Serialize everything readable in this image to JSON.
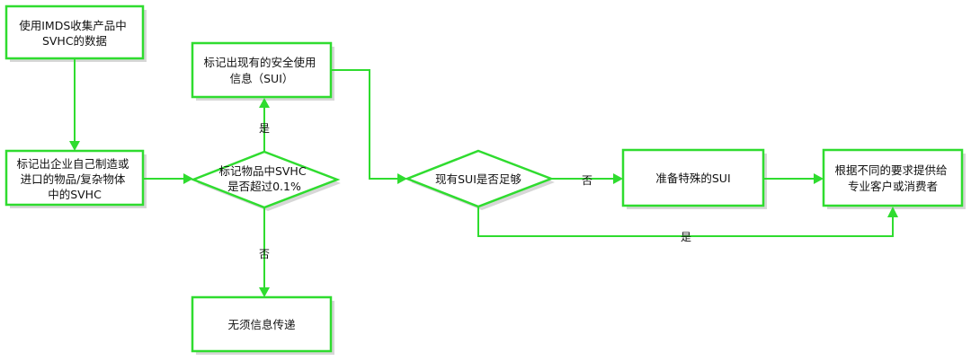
{
  "nodes": {
    "collect_data": {
      "lines": [
        "使用IMDS收集产品中",
        "SVHC的数据"
      ]
    },
    "mark_svhc_in_items": {
      "lines": [
        "标记出企业自己制造或",
        "进口的物品/复杂物体",
        "中的SVHC"
      ]
    },
    "decision_over_threshold": {
      "lines": [
        "标记物品中SVHC",
        "是否超过0.1%"
      ]
    },
    "mark_existing_sui": {
      "lines": [
        "标记出现有的安全使用",
        "信息（SUI）"
      ]
    },
    "no_info_transfer": {
      "lines": [
        "无须信息传递"
      ]
    },
    "decision_sui_enough": {
      "lines": [
        "现有SUI是否足够"
      ]
    },
    "prepare_special_sui": {
      "lines": [
        "准备特殊的SUI"
      ]
    },
    "provide_to_customers": {
      "lines": [
        "根据不同的要求提供给",
        "专业客户或消费者"
      ]
    }
  },
  "edge_labels": {
    "threshold_yes": "是",
    "threshold_no": "否",
    "sui_enough_no": "否",
    "sui_enough_yes": "是"
  },
  "colors": {
    "accent": "#2fdc2f",
    "shadow": "#d7d7d7",
    "text": "#111111"
  }
}
